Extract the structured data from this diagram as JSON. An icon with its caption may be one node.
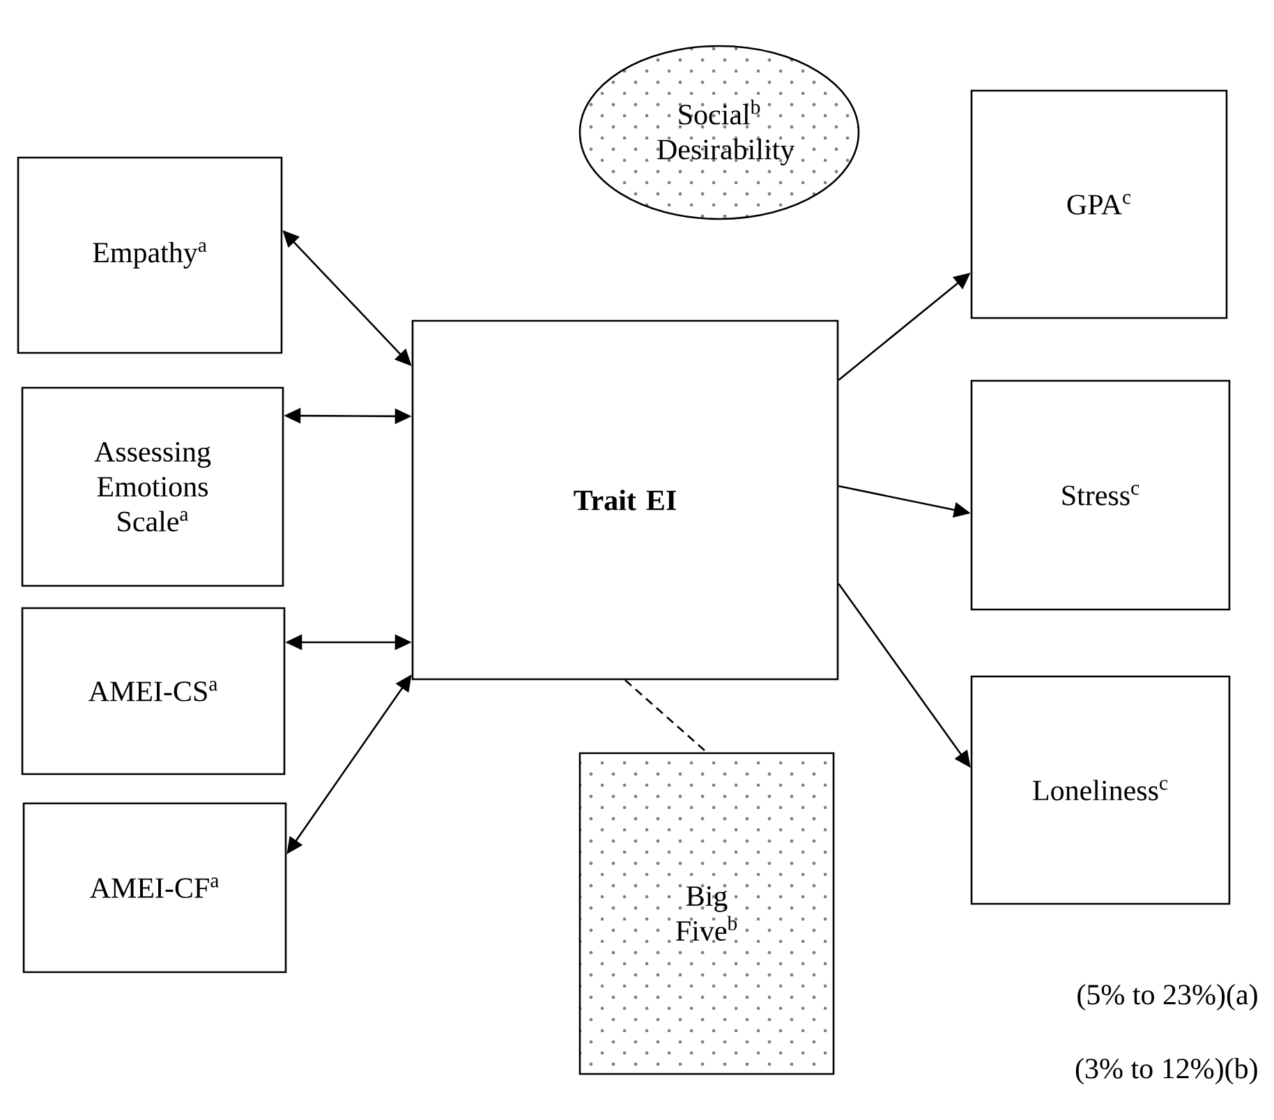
{
  "diagram": {
    "nodes": [
      {
        "text": [
          "Social$^{b}$ Desirability"
        ]
      },
      {
        "text": [
          "GPA$^{c}$"
        ]
      },
      {
        "text": [
          "Empathy$^{a}$"
        ]
      },
      {
        "text": [
          "Trait EI"
        ]
      },
      {
        "text": [
          "Assessing Emotions Scale$^{a}$"
        ]
      },
      {
        "text": [
          "Stress$^{c}$"
        ]
      },
      {
        "text": [
          "AMEI-CS$^{a}$"
        ]
      },
      {
        "text": [
          "Loneliness$^{c}$"
        ]
      },
      {
        "text": [
          "AMEI-CF$^{a}$"
        ]
      },
      {
        "text": [
          "Big Five$^{b}$"
        ]
      }
    ],
    "edges": [
      {
        "from": 2,
        "to": 3,
        "arrow": "both"
      },
      {
        "from": 4,
        "to": 3,
        "arrow": "both"
      },
      {
        "from": 6,
        "to": 3,
        "arrow": "both"
      },
      {
        "from": 8,
        "to": 3,
        "arrow": "both"
      },
      {
        "from": 3,
        "to": 1,
        "arrow": "to"
      },
      {
        "from": 3,
        "to": 5,
        "arrow": "to"
      },
      {
        "from": 3,
        "to": 7,
        "arrow": "to"
      },
      {
        "from": 3,
        "to": 9,
        "arrow": "none",
        "style": "dashed"
      }
    ],
    "labels": [
      "(5% to 23%)(a)",
      "(3% to 12%)(b)"
    ]
  }
}
